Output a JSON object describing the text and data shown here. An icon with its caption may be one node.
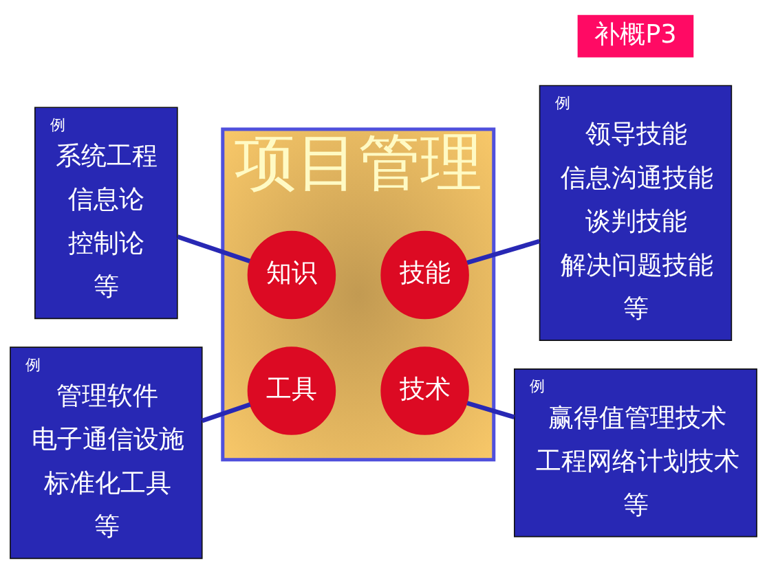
{
  "diagram": {
    "nodes": [
      {
        "text": [
          "补概P3"
        ]
      },
      {
        "text": [
          "例",
          "系统工程",
          "信息论",
          "控制论",
          "等"
        ]
      },
      {
        "text": [
          "例",
          "领导技能",
          "信息沟通技能",
          "谈判技能",
          "解决问题技能",
          "等"
        ]
      },
      {
        "text": [
          "项目管理"
        ]
      },
      {
        "text": [
          "知识"
        ],
        "in": 3
      },
      {
        "text": [
          "技能"
        ],
        "in": 3
      },
      {
        "text": [
          "工具"
        ],
        "in": 3
      },
      {
        "text": [
          "技术"
        ],
        "in": 3
      },
      {
        "text": [
          "例",
          "管理软件",
          "电子通信设施",
          "标准化工具",
          "等"
        ]
      },
      {
        "text": [
          "例",
          "赢得值管理技术",
          "工程网络计划技术",
          "等"
        ]
      }
    ],
    "edges": [
      {
        "from": 1,
        "to": 4,
        "arrow": "none"
      },
      {
        "from": 5,
        "to": 2,
        "arrow": "none"
      },
      {
        "from": 8,
        "to": 6,
        "arrow": "none"
      },
      {
        "from": 7,
        "to": 9,
        "arrow": "none"
      }
    ]
  }
}
